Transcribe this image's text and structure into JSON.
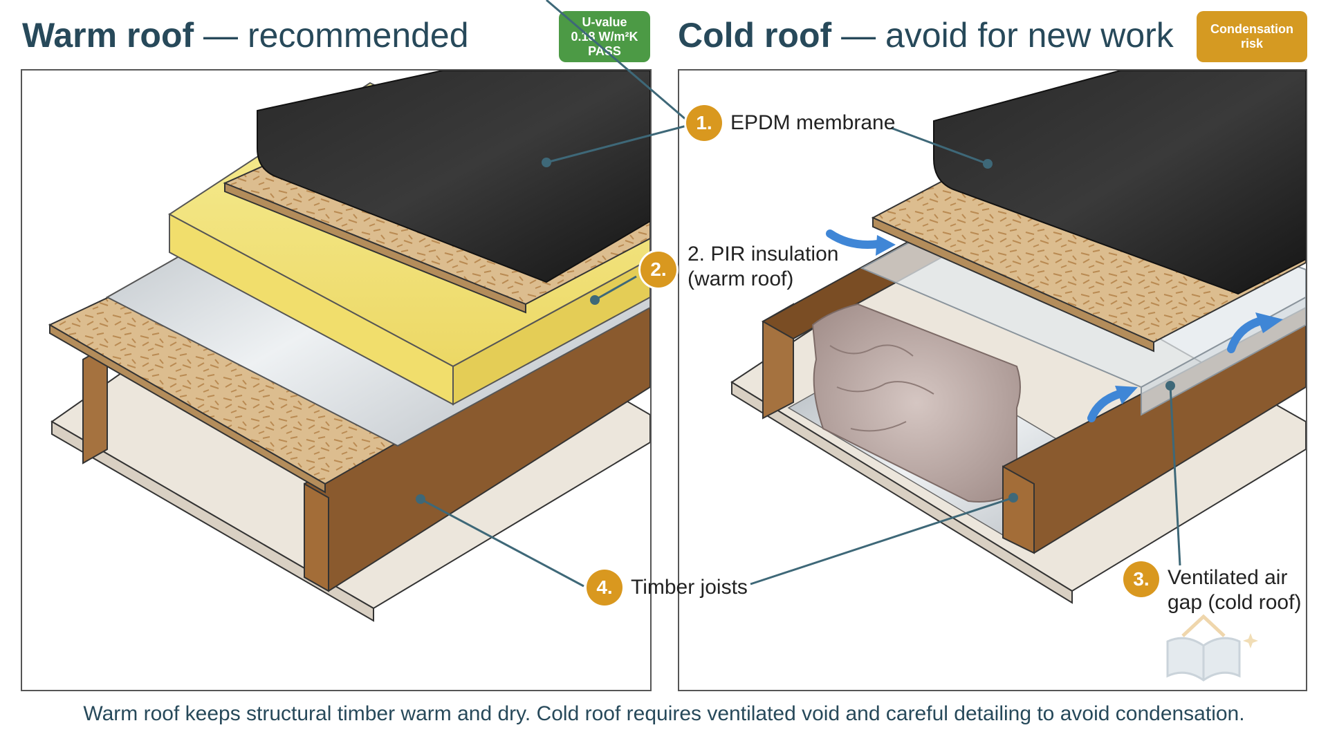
{
  "titles": {
    "left_bold": "Warm roof",
    "left_rest": " — recommended",
    "right_bold": "Cold roof",
    "right_rest": " — avoid for new work"
  },
  "badges": {
    "uvalue": [
      "U-value",
      "0.18 W/m²K",
      "PASS"
    ],
    "condensation": [
      "Condensation",
      "risk"
    ]
  },
  "callouts": {
    "epdm_marker": "1.",
    "epdm_label": "EPDM membrane",
    "pir_marker": "2.",
    "pir_label_line1": "2. PIR insulation",
    "pir_label_line2": "(warm roof)",
    "air_marker": "3.",
    "air_label_line1": "Ventilated air",
    "air_label_line2": "gap (cold roof)",
    "joist_marker": "4.",
    "joist_label": "Timber joists"
  },
  "caption": "Warm roof keeps structural timber warm and dry. Cold roof requires ventilated void and careful detailing to avoid condensation.",
  "colors": {
    "title": "#27495a",
    "badge_pass": "#4c9a45",
    "badge_risk": "#d59a22",
    "marker": "#d9981f",
    "leader": "#3e6878",
    "membrane": "#1c1c1c",
    "osb": "#d9b98a",
    "pir": "#f3e37a",
    "timber": "#8a5a2e",
    "foil": "#c9ced3",
    "mineral_wool": "#b8a7a3",
    "airflow": "#3f86d6"
  }
}
